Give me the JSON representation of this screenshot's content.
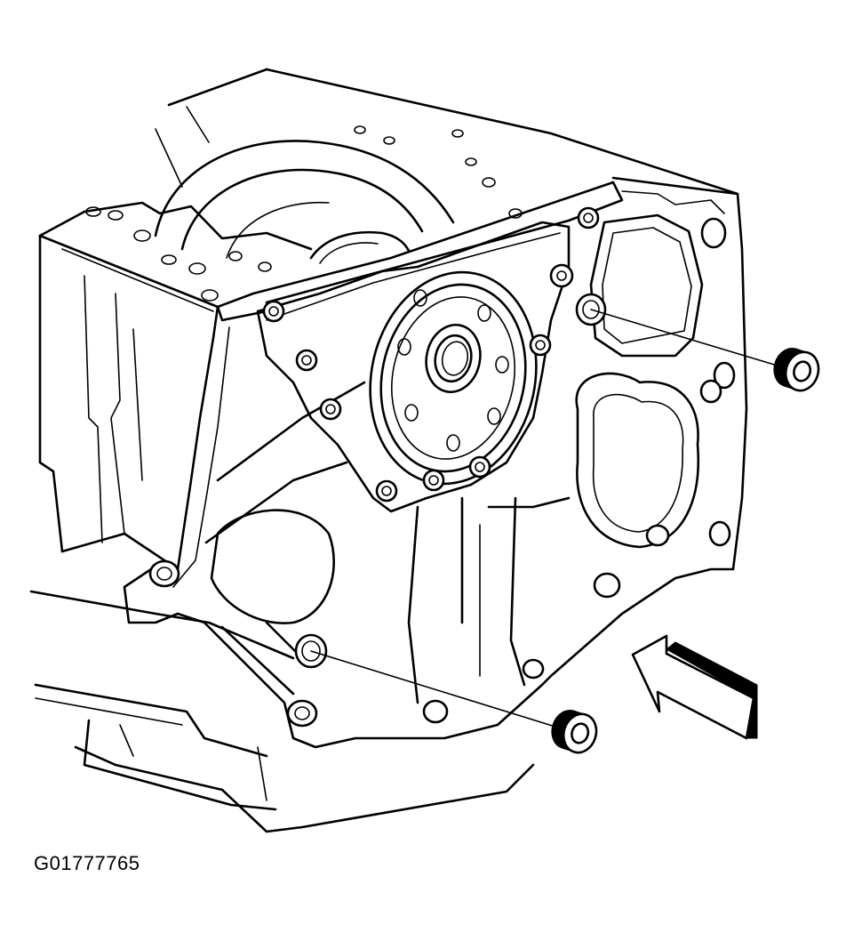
{
  "figure": {
    "id_label": "G01777765"
  },
  "parts": [
    {
      "name": "engine-block",
      "icon": "engine-block-icon"
    },
    {
      "name": "front-cover",
      "icon": "front-cover-icon"
    },
    {
      "name": "dowel-pin-upper",
      "icon": "dowel-pin-icon"
    },
    {
      "name": "dowel-pin-lower",
      "icon": "dowel-pin-icon"
    },
    {
      "name": "direction-arrow",
      "icon": "arrow-icon"
    }
  ],
  "colors": {
    "line": "#000000",
    "background": "#ffffff"
  }
}
